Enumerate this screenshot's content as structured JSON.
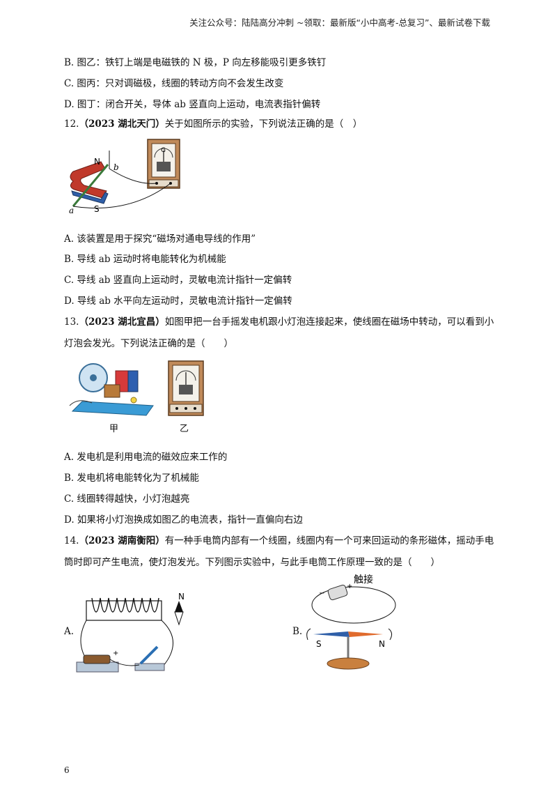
{
  "header": "关注公众号：陆陆高分冲刺 ~领取：最新版“小中高考-总复习”、最新试卷下载",
  "q11_options": {
    "B": "B. 图乙：铁钉上端是电磁铁的 N 极，P 向左移能吸引更多铁钉",
    "C": "C. 图丙：只对调磁极，线圈的转动方向不会发生改变",
    "D": "D. 图丁：闭合开关，导体 ab 竖直向上运动，电流表指针偏转"
  },
  "q12": {
    "num": "12.",
    "src": "（2023 湖北天门）",
    "stem": "关于如图所示的实验，下列说法正确的是（　）",
    "fig_labels": {
      "N": "N",
      "S": "S",
      "a": "a",
      "b": "b",
      "G": "G"
    },
    "A": "A. 该装置是用于探究“磁场对通电导线的作用”",
    "B": "B. 导线 ab 运动时将电能转化为机械能",
    "C": "C. 导线 ab 竖直向上运动时，灵敏电流计指针一定偏转",
    "D": "D. 导线 ab 水平向左运动时，灵敏电流计指针一定偏转"
  },
  "q13": {
    "num": "13.",
    "src": "（2023 湖北宜昌）",
    "stem1": "如图甲把一台手摇发电机跟小灯泡连接起来，使线圈在磁场中转动，可以看到小",
    "stem2": "灯泡会发光。下列说法正确的是（　　）",
    "cap_jia": "甲",
    "cap_yi": "乙",
    "A": "A. 发电机是利用电流的磁效应来工作的",
    "B": "B. 发电机将电能转化为了机械能",
    "C": "C. 线圈转得越快，小灯泡越亮",
    "D": "D. 如果将小灯泡换成如图乙的电流表，指针一直偏向右边"
  },
  "q14": {
    "num": "14.",
    "src": "（2023 湖南衡阳）",
    "stem1": "有一种手电筒内部有一个线圈，线圈内有一个可来回运动的条形磁体，摇动手电",
    "stem2": "筒时即可产生电流，使灯泡发光。下列图示实验中，与此手电筒工作原理一致的是（　　）",
    "optA": "A.",
    "optB": "B.",
    "figA_N": "N",
    "figB_touch": "触接",
    "figB_S": "S",
    "figB_N": "N",
    "plus": "+",
    "minus": "−"
  },
  "page_number": "6"
}
